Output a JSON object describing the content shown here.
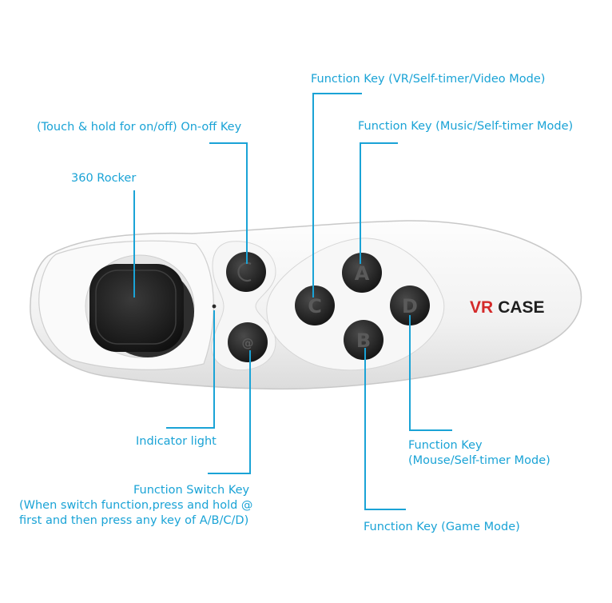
{
  "brand": {
    "vr": "VR",
    "case": "CASE",
    "vr_color": "#d42a2a",
    "case_color": "#1e1e1e"
  },
  "colors": {
    "callout": "#1aa3d6",
    "body": "#f4f4f4",
    "button": "#2a2a2a"
  },
  "buttons": {
    "onoff": "",
    "switch": "@",
    "a": "A",
    "b": "B",
    "c": "C",
    "d": "D"
  },
  "labels": {
    "vr_selftimer_video": "Function Key (VR/Self-timer/Video Mode)",
    "music_selftimer": "Function Key (Music/Self-timer Mode)",
    "onoff": "(Touch & hold for on/off) On-off Key",
    "rocker": "360 Rocker",
    "indicator": "Indicator light",
    "mouse_line1": "Function Key",
    "mouse_line2": "(Mouse/Self-timer Mode)",
    "switch_line1": "Function Switch Key",
    "switch_line2": "(When switch function,press and hold @",
    "switch_line3": "first and then press any key of A/B/C/D)",
    "game": "Function Key (Game Mode)"
  }
}
